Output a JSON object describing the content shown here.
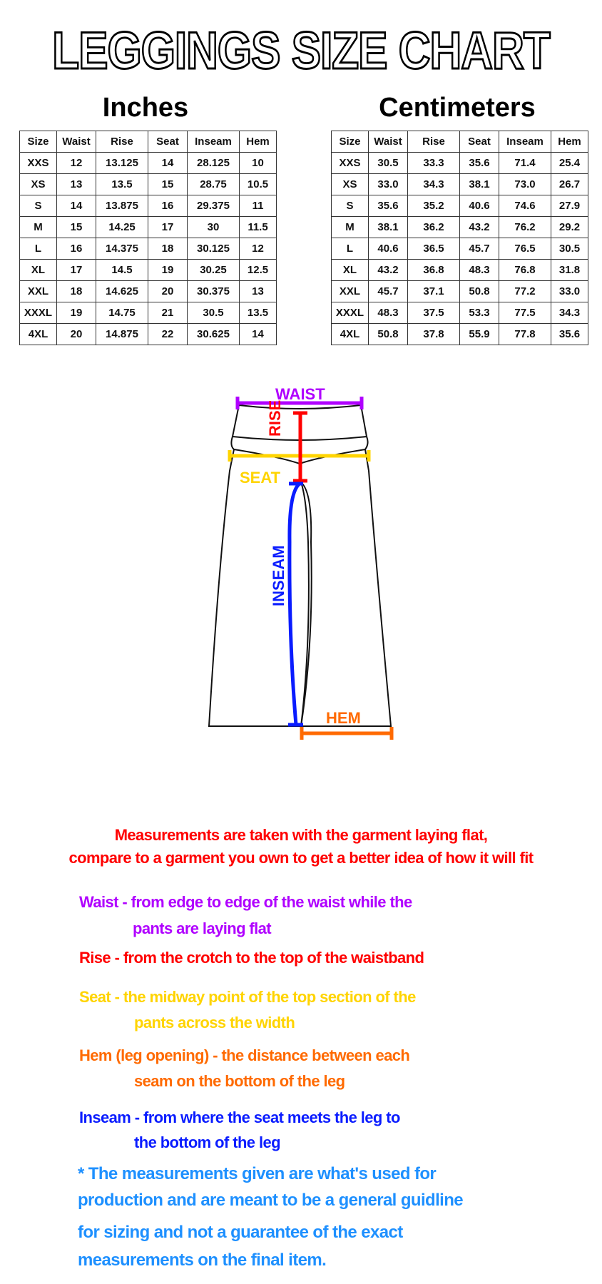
{
  "title": "LEGGINGS SIZE CHART",
  "inches": {
    "heading": "Inches",
    "columns": [
      "Size",
      "Waist",
      "Rise",
      "Seat",
      "Inseam",
      "Hem"
    ],
    "rows": [
      [
        "XXS",
        "12",
        "13.125",
        "14",
        "28.125",
        "10"
      ],
      [
        "XS",
        "13",
        "13.5",
        "15",
        "28.75",
        "10.5"
      ],
      [
        "S",
        "14",
        "13.875",
        "16",
        "29.375",
        "11"
      ],
      [
        "M",
        "15",
        "14.25",
        "17",
        "30",
        "11.5"
      ],
      [
        "L",
        "16",
        "14.375",
        "18",
        "30.125",
        "12"
      ],
      [
        "XL",
        "17",
        "14.5",
        "19",
        "30.25",
        "12.5"
      ],
      [
        "XXL",
        "18",
        "14.625",
        "20",
        "30.375",
        "13"
      ],
      [
        "XXXL",
        "19",
        "14.75",
        "21",
        "30.5",
        "13.5"
      ],
      [
        "4XL",
        "20",
        "14.875",
        "22",
        "30.625",
        "14"
      ]
    ]
  },
  "centimeters": {
    "heading": "Centimeters",
    "columns": [
      "Size",
      "Waist",
      "Rise",
      "Seat",
      "Inseam",
      "Hem"
    ],
    "rows": [
      [
        "XXS",
        "30.5",
        "33.3",
        "35.6",
        "71.4",
        "25.4"
      ],
      [
        "XS",
        "33.0",
        "34.3",
        "38.1",
        "73.0",
        "26.7"
      ],
      [
        "S",
        "35.6",
        "35.2",
        "40.6",
        "74.6",
        "27.9"
      ],
      [
        "M",
        "38.1",
        "36.2",
        "43.2",
        "76.2",
        "29.2"
      ],
      [
        "L",
        "40.6",
        "36.5",
        "45.7",
        "76.5",
        "30.5"
      ],
      [
        "XL",
        "43.2",
        "36.8",
        "48.3",
        "76.8",
        "31.8"
      ],
      [
        "XXL",
        "45.7",
        "37.1",
        "50.8",
        "77.2",
        "33.0"
      ],
      [
        "XXXL",
        "48.3",
        "37.5",
        "53.3",
        "77.5",
        "34.3"
      ],
      [
        "4XL",
        "50.8",
        "37.8",
        "55.9",
        "77.8",
        "35.6"
      ]
    ]
  },
  "diagram": {
    "waist_label": "WAIST",
    "rise_label": "RISE",
    "seat_label": "SEAT",
    "inseam_label": "INSEAM",
    "hem_label": "HEM"
  },
  "colors": {
    "waist": "#b000ff",
    "rise": "#ff0000",
    "seat": "#ffd400",
    "hem": "#ff6a00",
    "inseam": "#0a1cff",
    "note": "#1e90ff"
  },
  "notes": {
    "flat_line1": "Measurements are taken with the garment laying flat,",
    "flat_line2": "compare to a garment you own to get a better idea of how it will fit",
    "waist_line1": "Waist - from edge to edge of the waist while the",
    "waist_line2": "pants are laying flat",
    "rise_line1": "Rise - from the crotch to the top of the waistband",
    "seat_line1": "Seat - the midway point of the top section of the",
    "seat_line2": "pants across the width",
    "hem_line1": "Hem (leg opening) - the distance between each",
    "hem_line2": "seam on the bottom of the leg",
    "inseam_line1": "Inseam - from where the seat meets the leg to",
    "inseam_line2": "the bottom of the leg",
    "disclaimer_line1": "* The measurements given are what's used for",
    "disclaimer_line2": "production and are meant to be a general guidline",
    "disclaimer_line3": "for sizing and not a guarantee of the exact",
    "disclaimer_line4": "measurements on the final item."
  }
}
